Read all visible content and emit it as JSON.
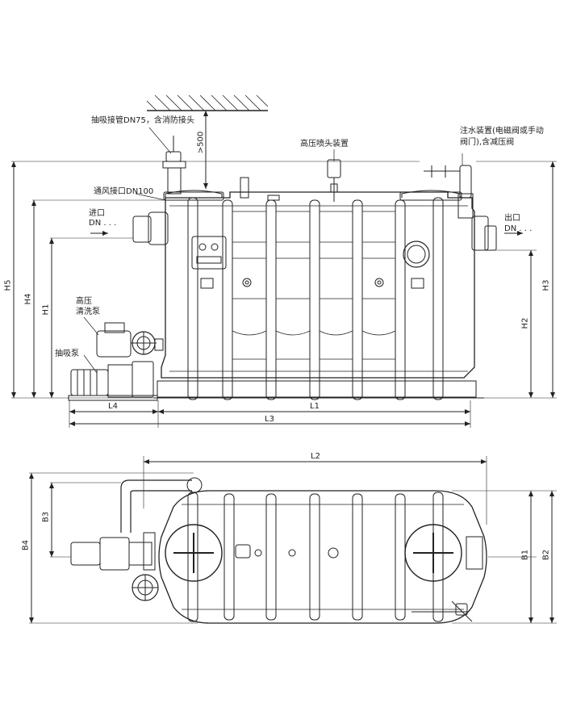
{
  "labels": {
    "suction_pipe": "抽吸接管DN75，含消防接头",
    "min_distance": ">500",
    "high_pressure_nozzle": "高压喷头装置",
    "water_fill_1": "注水装置(电磁阀或手动",
    "water_fill_2": "阀门),含减压阀",
    "vent": "通风接口DN100",
    "inlet_1": "进口",
    "inlet_2": "DN . . .",
    "outlet_1": "出口",
    "outlet_2": "DN . . .",
    "hp_pump_1": "高压",
    "hp_pump_2": "清洗泵",
    "suction_pump": "抽吸泵"
  },
  "dimensions": {
    "H5": "H5",
    "H4": "H4",
    "H1": "H1",
    "H3": "H3",
    "H2": "H2",
    "L4": "L4",
    "L1": "L1",
    "L3": "L3",
    "L2": "L2",
    "B3": "B3",
    "B4": "B4",
    "B1": "B1",
    "B2": "B2"
  },
  "colors": {
    "line": "#222222",
    "hatch": "#333333"
  }
}
